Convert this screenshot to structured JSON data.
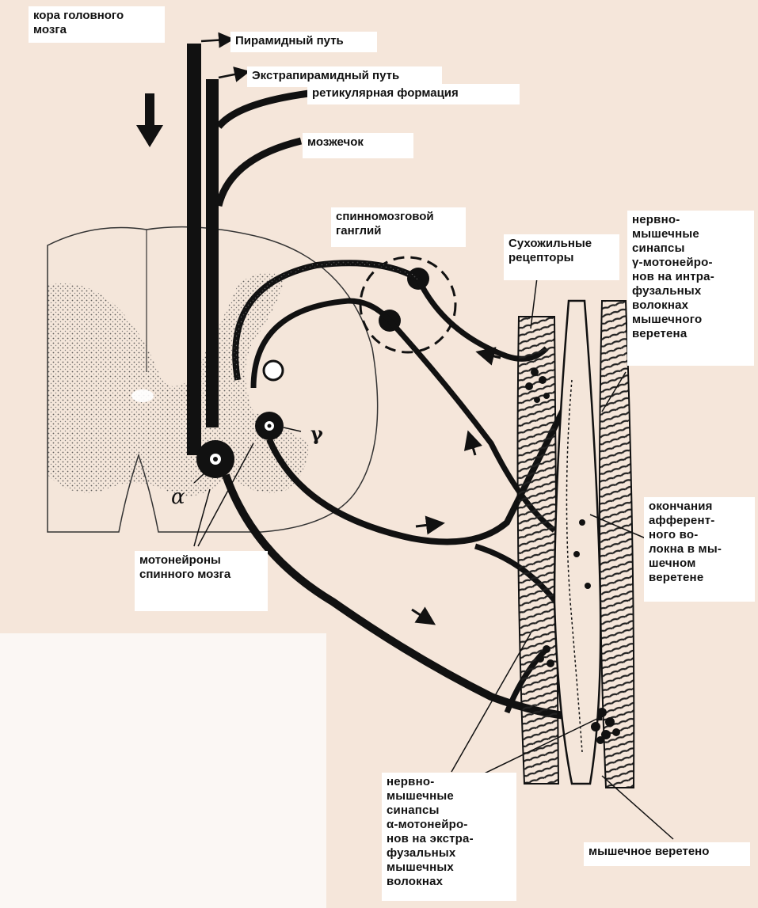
{
  "labels": {
    "cortex": "кора головного\nмозга",
    "pyramidal": "Пирамидный путь",
    "extrapyramidal": "Экстрапирамидный путь",
    "reticular": "ретикулярная   формация",
    "cerebellum": "мозжечок",
    "spinal_ganglion": "спинномозговой\nганглий",
    "tendon_receptors": "Сухожильные\nрецепторы",
    "gamma_synapses": "нервно-\nмышечные\nсинапсы\nγ-мотонейро-\nнов  на интра-\nфузальных\nволокнах\nмышечного\nверетена",
    "afferent_endings": "окончания\nафферент-\nного  во-\nлокна в мы-\nшечном\nверетене",
    "motoneurons": "мотонейроны\nспинного мозга",
    "alpha_synapses": "нервно-\nмышечные\nсинапсы\nα-мотонейро-\nнов  на  экстра-\nфузальных\nмышечных\nволокнах",
    "muscle_spindle": "мышечное веретено",
    "gamma_letter": "γ",
    "alpha_letter": "α"
  },
  "colors": {
    "background": "#f5e6da",
    "ink": "#111111",
    "label_bg": "#ffffff",
    "gray_matter": "#d9cfc8"
  }
}
